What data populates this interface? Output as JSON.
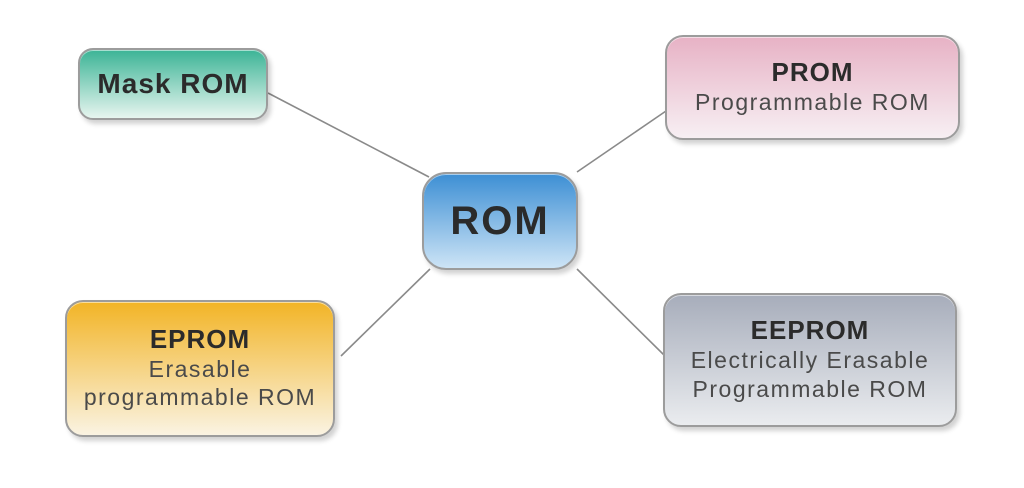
{
  "nodes": {
    "rom": {
      "label": "ROM"
    },
    "mask_rom": {
      "label": "Mask ROM"
    },
    "prom": {
      "label": "PROM",
      "description_line1": "Programmable ROM"
    },
    "eprom": {
      "label": "EPROM",
      "description_line1": "Erasable",
      "description_line2": "programmable ROM"
    },
    "eeprom": {
      "label": "EEPROM",
      "description_line1": "Electrically Erasable",
      "description_line2": "Programmable ROM"
    }
  },
  "colors": {
    "canvas_bg": "#ffffff",
    "connector": "#8a8a8a",
    "border": "#9c9c9c",
    "title_text": "#2b2b2b",
    "subtitle_text": "#4a4a4a",
    "rom_top": "#3d8fd4",
    "rom_bottom": "#cde4f6",
    "mask_top": "#3cb496",
    "mask_bottom": "#e7f5ef",
    "prom_top": "#e7b2c5",
    "prom_bottom": "#f7eff3",
    "eprom_top": "#f2b426",
    "eprom_bottom": "#faf3e2",
    "eeprom_top": "#a7adbb",
    "eeprom_bottom": "#eaecef"
  }
}
